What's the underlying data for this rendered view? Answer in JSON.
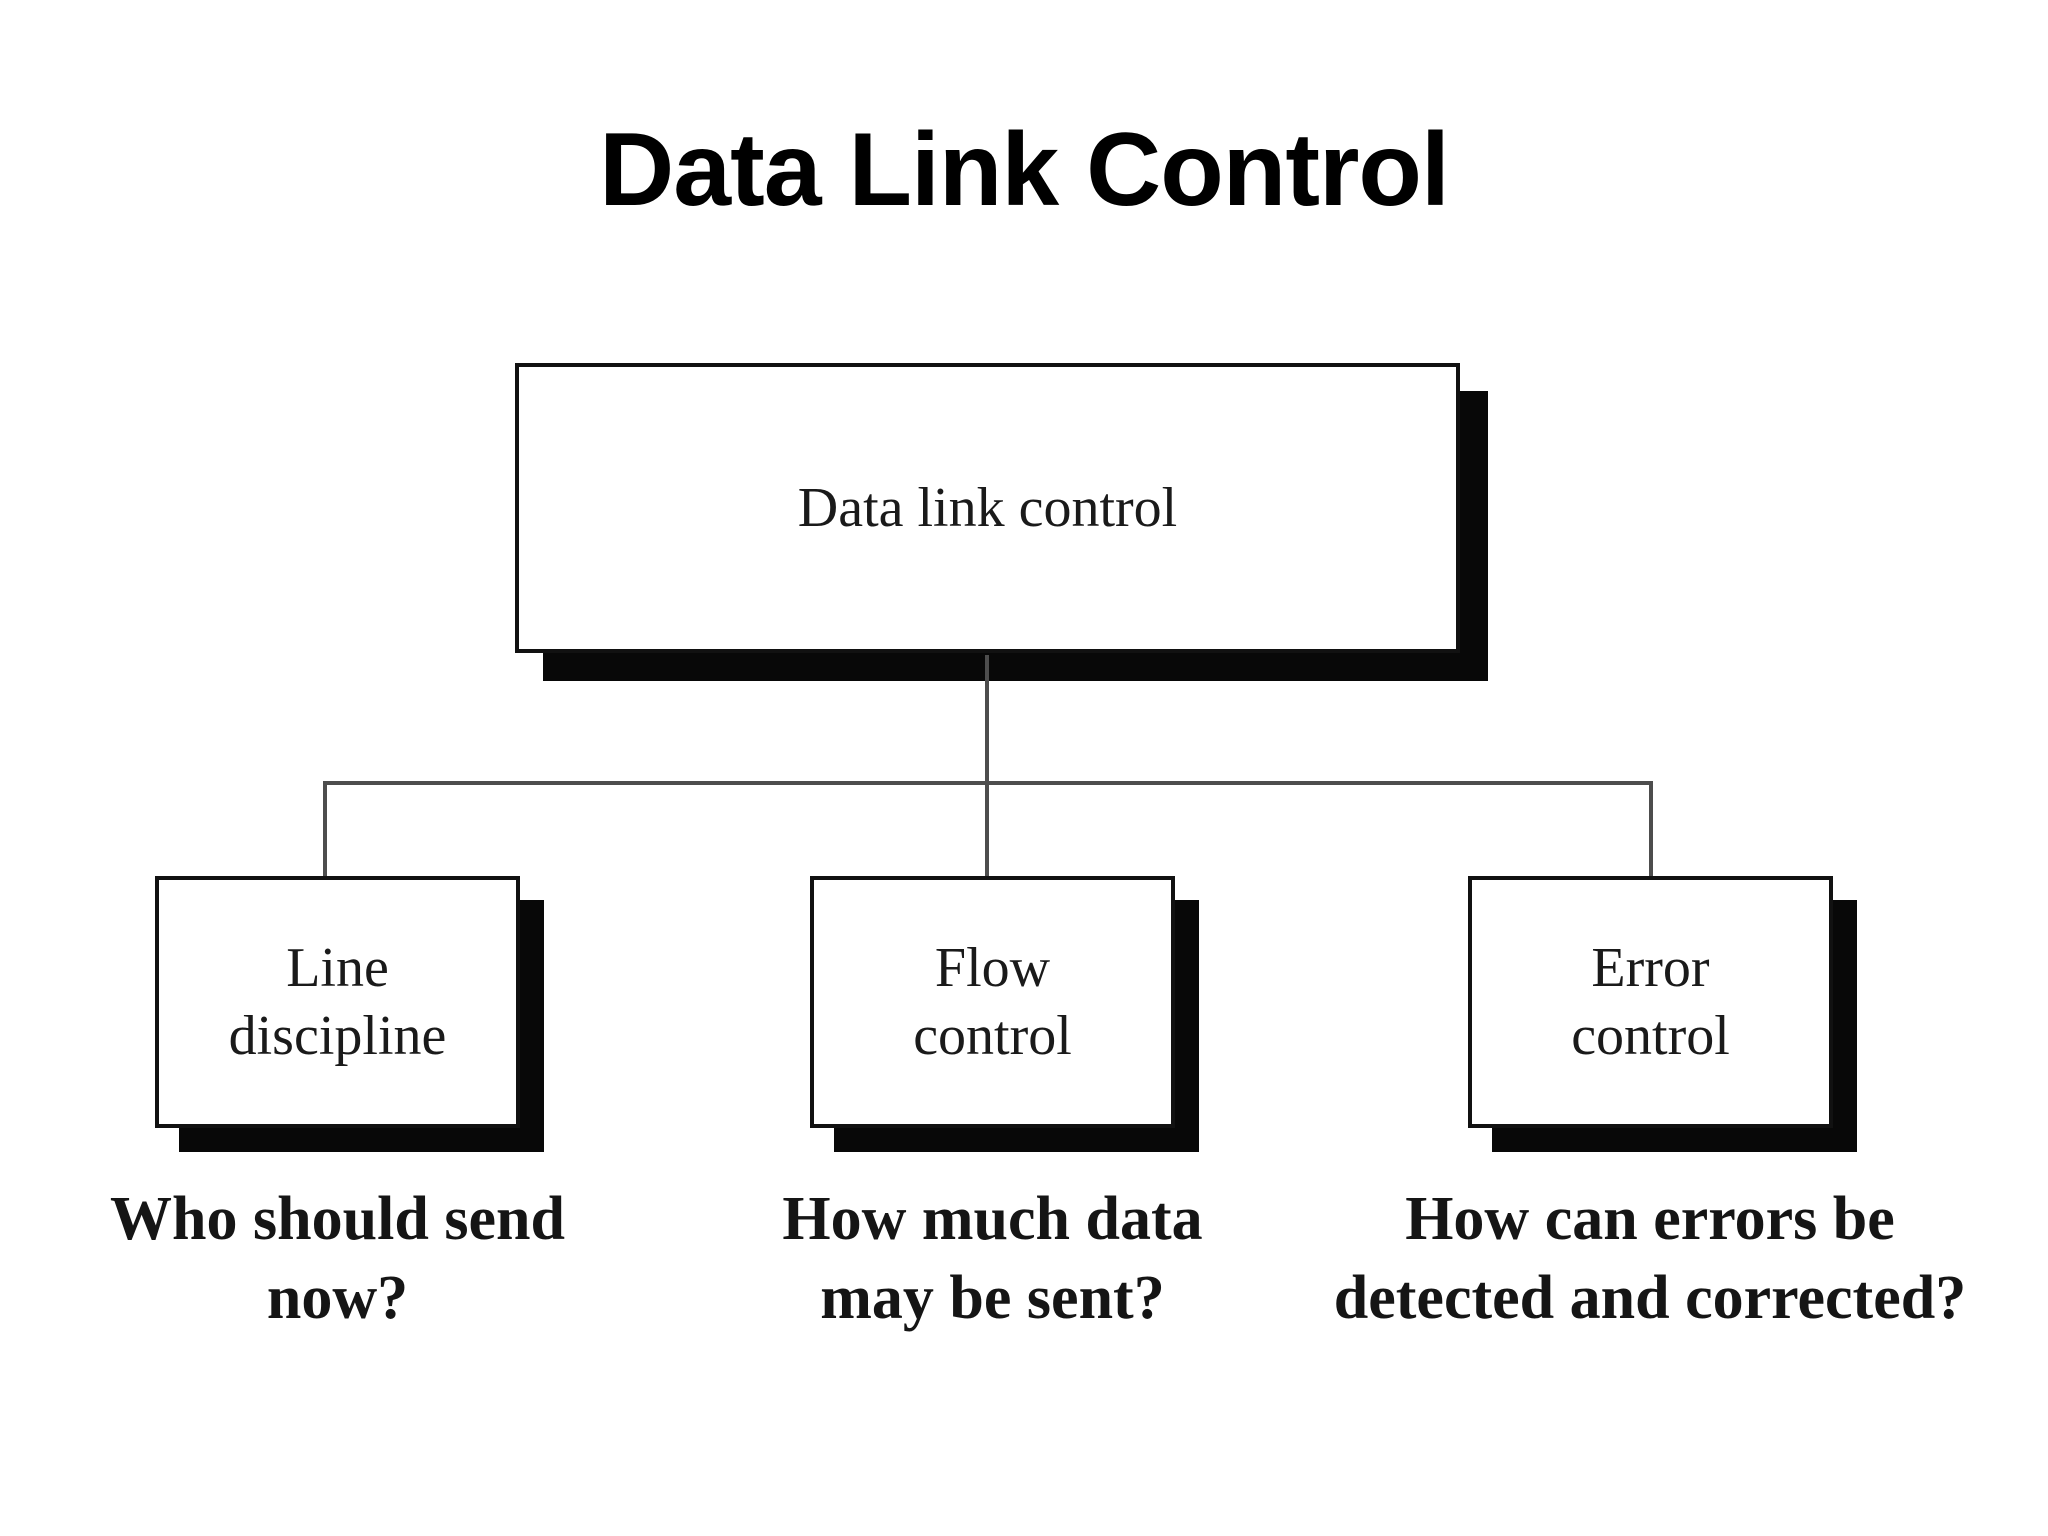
{
  "slide": {
    "title": "Data Link Control",
    "background_color": "#ffffff",
    "text_color": "#000000",
    "box_border_color": "#111111",
    "shadow_color": "#080808",
    "connector_color": "#4d4d4d"
  },
  "diagram": {
    "type": "hierarchy-tree",
    "root": {
      "label": "Data link control"
    },
    "children": [
      {
        "label": "Line\ndiscipline",
        "caption": "Who should send\nnow?"
      },
      {
        "label": "Flow\ncontrol",
        "caption": "How much data\nmay be sent?"
      },
      {
        "label": "Error\ncontrol",
        "caption": "How can errors be\ndetected and corrected?"
      }
    ]
  }
}
